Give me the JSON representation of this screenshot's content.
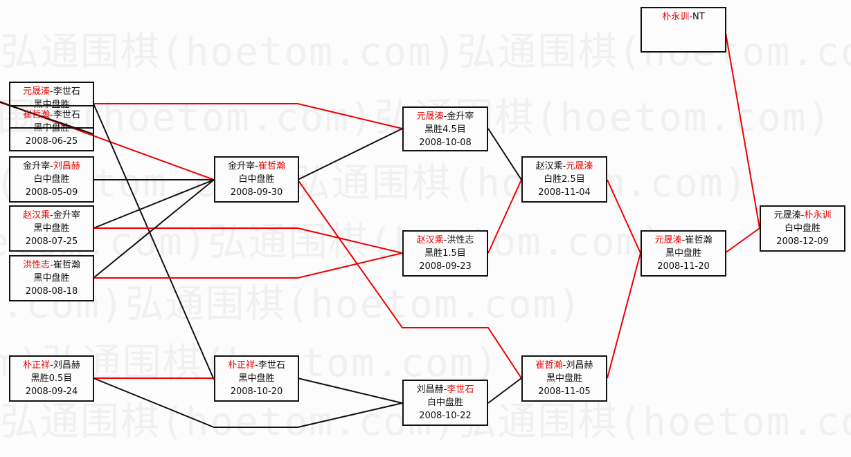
{
  "watermark": "弘通围棋(hoetom.com)弘通围棋(hoetom.com)",
  "games": [
    {
      "id": "a",
      "p1": "元晟溱",
      "p2": "李世石",
      "winner": 1,
      "result": "黑中盘胜",
      "date": ""
    },
    {
      "id": "b",
      "p1": "崔哲瀚",
      "p2": "李世石",
      "winner": 1,
      "result": "黑中盘胜",
      "date": "2008-06-25"
    },
    {
      "id": "c",
      "p1": "金升宰",
      "p2": "刘昌赫",
      "winner": 2,
      "result": "白中盘胜",
      "date": "2008-05-09"
    },
    {
      "id": "d",
      "p1": "赵汉乘",
      "p2": "金升宰",
      "winner": 1,
      "result": "黑中盘胜",
      "date": "2008-07-25"
    },
    {
      "id": "e",
      "p1": "洪性志",
      "p2": "崔哲瀚",
      "winner": 1,
      "result": "黑中盘胜",
      "date": "2008-08-18"
    },
    {
      "id": "f",
      "p1": "朴正祥",
      "p2": "刘昌赫",
      "winner": 1,
      "result": "黑胜0.5目",
      "date": "2008-09-24"
    },
    {
      "id": "g",
      "p1": "金升宰",
      "p2": "崔哲瀚",
      "winner": 2,
      "result": "白中盘胜",
      "date": "2008-09-30"
    },
    {
      "id": "h",
      "p1": "朴正祥",
      "p2": "李世石",
      "winner": 1,
      "result": "黑中盘胜",
      "date": "2008-10-20"
    },
    {
      "id": "i",
      "p1": "元晟溱",
      "p2": "金升宰",
      "winner": 1,
      "result": "黑胜4.5目",
      "date": "2008-10-08"
    },
    {
      "id": "j",
      "p1": "赵汉乘",
      "p2": "洪性志",
      "winner": 1,
      "result": "黑胜1.5目",
      "date": "2008-09-23"
    },
    {
      "id": "k",
      "p1": "刘昌赫",
      "p2": "李世石",
      "winner": 2,
      "result": "白中盘胜",
      "date": "2008-10-22"
    },
    {
      "id": "l",
      "p1": "赵汉乘",
      "p2": "元晟溱",
      "winner": 2,
      "result": "白胜2.5目",
      "date": "2008-11-04"
    },
    {
      "id": "m",
      "p1": "崔哲瀚",
      "p2": "刘昌赫",
      "winner": 1,
      "result": "黑中盘胜",
      "date": "2008-11-05"
    },
    {
      "id": "n",
      "p1": "元晟溱",
      "p2": "崔哲瀚",
      "winner": 1,
      "result": "黑中盘胜",
      "date": "2008-11-20"
    },
    {
      "id": "o",
      "p1": "朴永训",
      "p2": "NT",
      "winner": 1,
      "result": "",
      "date": ""
    },
    {
      "id": "p",
      "p1": "元晟溱",
      "p2": "朴永训",
      "winner": 2,
      "result": "白中盘胜",
      "date": "2008-12-09"
    }
  ],
  "colors": {
    "winner": "#e00000",
    "line_win": "#e00000",
    "line_loss": "#111111"
  }
}
